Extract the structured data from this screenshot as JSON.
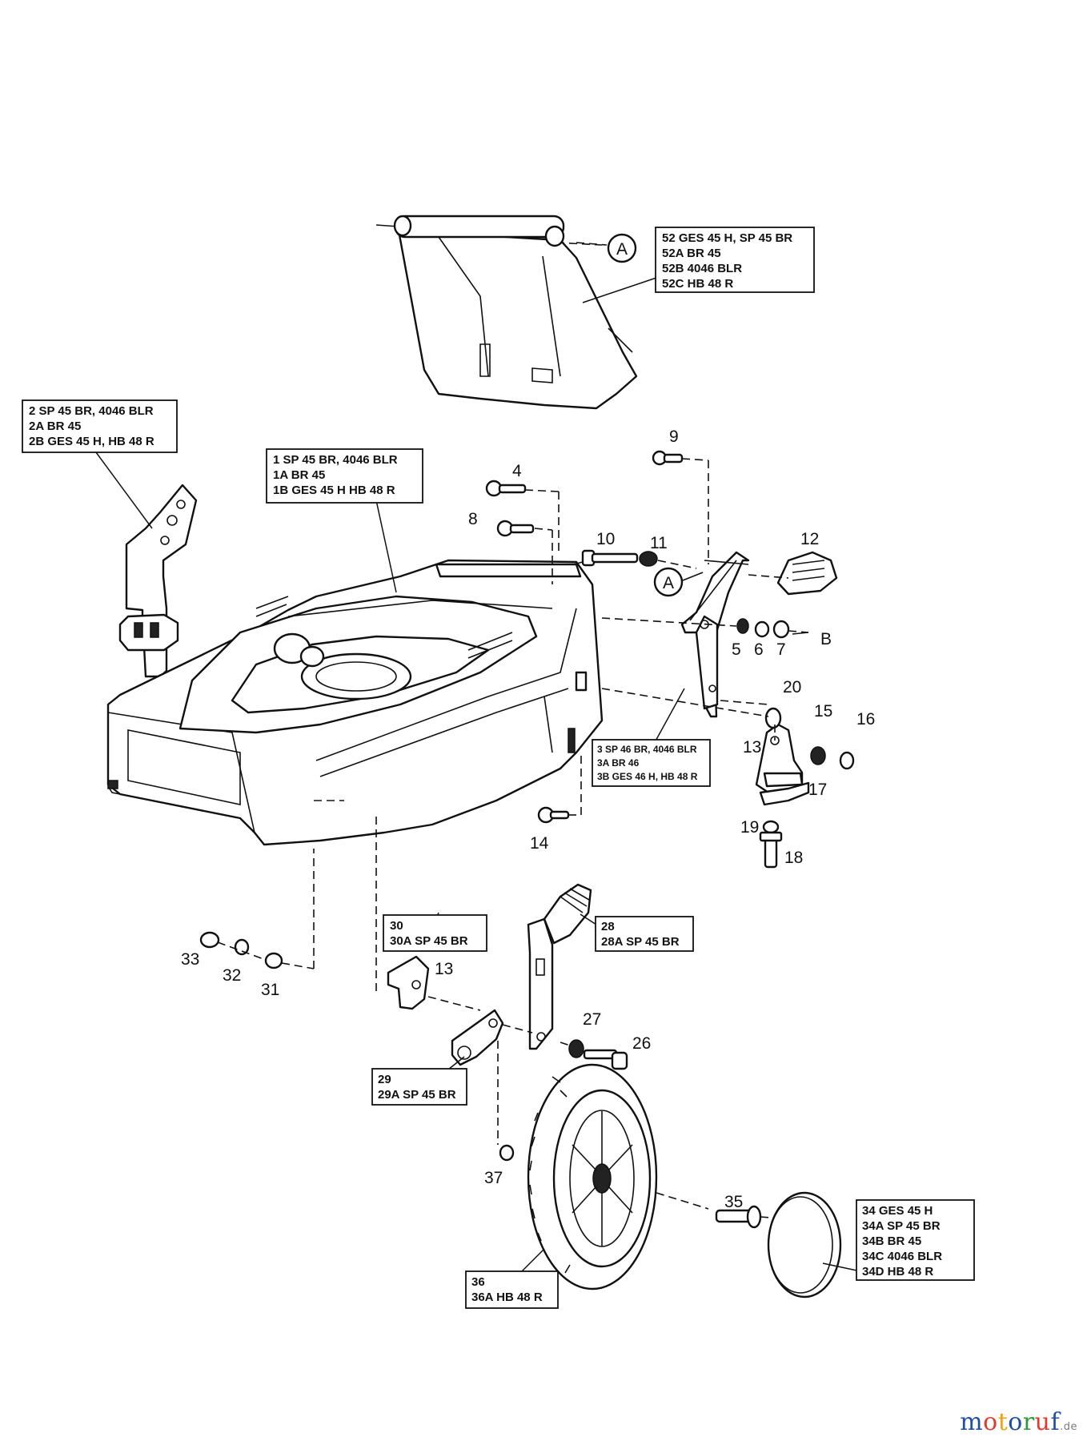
{
  "callouts": [
    {
      "id": "box-52",
      "lines": [
        "52  GES 45 H, SP 45 BR",
        "52A  BR 45",
        "52B  4046 BLR",
        "52C  HB 48 R"
      ]
    },
    {
      "id": "box-2",
      "lines": [
        "2  SP 45 BR, 4046 BLR",
        "2A  BR 45",
        "2B  GES 45 H, HB 48 R"
      ]
    },
    {
      "id": "box-1",
      "lines": [
        "1  SP 45 BR, 4046 BLR",
        "1A  BR 45",
        "1B  GES 45 H HB 48 R"
      ]
    },
    {
      "id": "box-3",
      "lines": [
        "3  SP 46 BR, 4046 BLR",
        "3A  BR 46",
        "3B  GES 46 H, HB 48 R"
      ]
    },
    {
      "id": "box-30",
      "lines": [
        "30",
        "30A  SP 45 BR"
      ]
    },
    {
      "id": "box-28",
      "lines": [
        "28",
        "28A  SP 45 BR"
      ]
    },
    {
      "id": "box-29",
      "lines": [
        "29",
        "29A  SP 45 BR"
      ]
    },
    {
      "id": "box-36",
      "lines": [
        "36",
        "36A HB 48 R"
      ]
    },
    {
      "id": "box-34",
      "lines": [
        "34  GES 45 H",
        "34A  SP 45 BR",
        "34B  BR 45",
        "34C  4046 BLR",
        "34D  HB 48 R"
      ]
    }
  ],
  "part_numbers": [
    "9",
    "4",
    "8",
    "10",
    "11",
    "12",
    "5",
    "6",
    "7",
    "B",
    "20",
    "15",
    "16",
    "13",
    "17",
    "19",
    "18",
    "14",
    "33",
    "32",
    "31",
    "13",
    "27",
    "26",
    "37",
    "35"
  ],
  "ref_markers": [
    "A",
    "A"
  ],
  "watermark": {
    "letters": [
      "m",
      "o",
      "t",
      "o",
      "r",
      "u",
      "f"
    ],
    "letter_colors": [
      "#1f4fa8",
      "#e23b2c",
      "#f0a30a",
      "#1f4fa8",
      "#2e9a3e",
      "#e23b2c",
      "#1f4fa8"
    ],
    "suffix": ".de"
  }
}
